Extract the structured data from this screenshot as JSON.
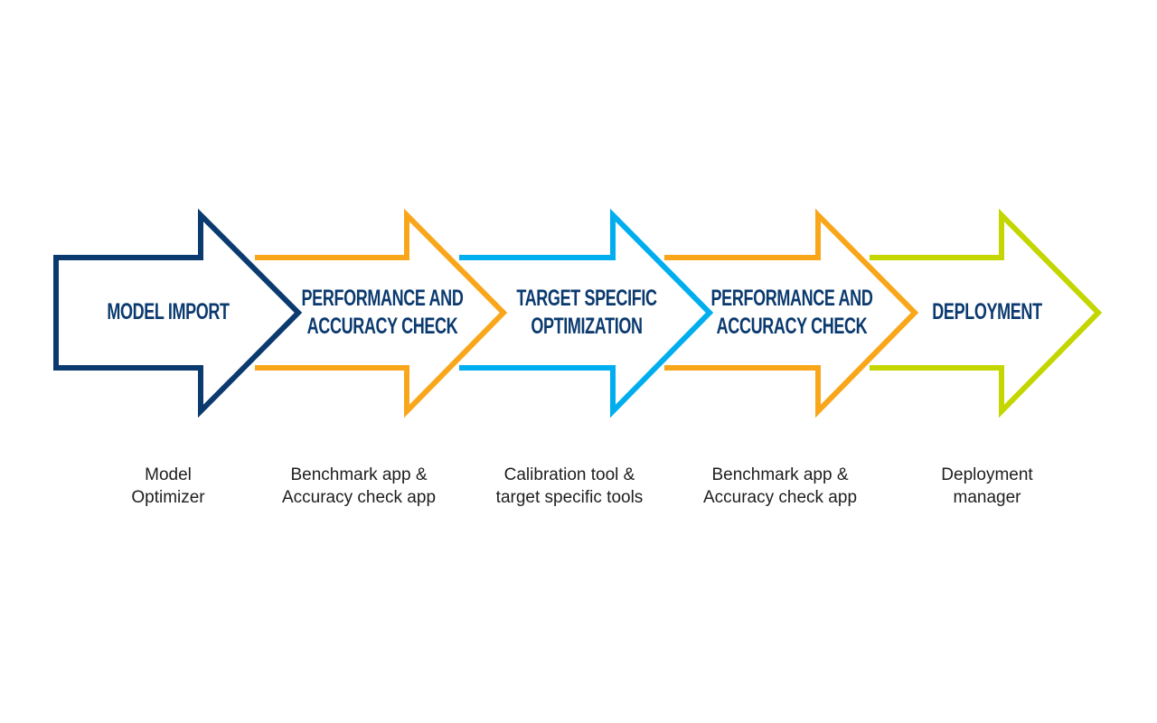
{
  "steps": [
    {
      "title": [
        "MODEL IMPORT"
      ],
      "tool": [
        "Model",
        "Optimizer"
      ],
      "color": "#0b3a6f"
    },
    {
      "title": [
        "PERFORMANCE AND",
        "ACCURACY CHECK"
      ],
      "tool": [
        "Benchmark app &",
        "Accuracy check app"
      ],
      "color": "#f9a61a"
    },
    {
      "title": [
        "TARGET SPECIFIC",
        "OPTIMIZATION"
      ],
      "tool": [
        "Calibration tool &",
        "target specific tools"
      ],
      "color": "#00aeef"
    },
    {
      "title": [
        "PERFORMANCE AND",
        "ACCURACY CHECK"
      ],
      "tool": [
        "Benchmark app &",
        "Accuracy check app"
      ],
      "color": "#f9a61a"
    },
    {
      "title": [
        "DEPLOYMENT"
      ],
      "tool": [
        "Deployment",
        "manager"
      ],
      "color": "#c4d600"
    }
  ]
}
